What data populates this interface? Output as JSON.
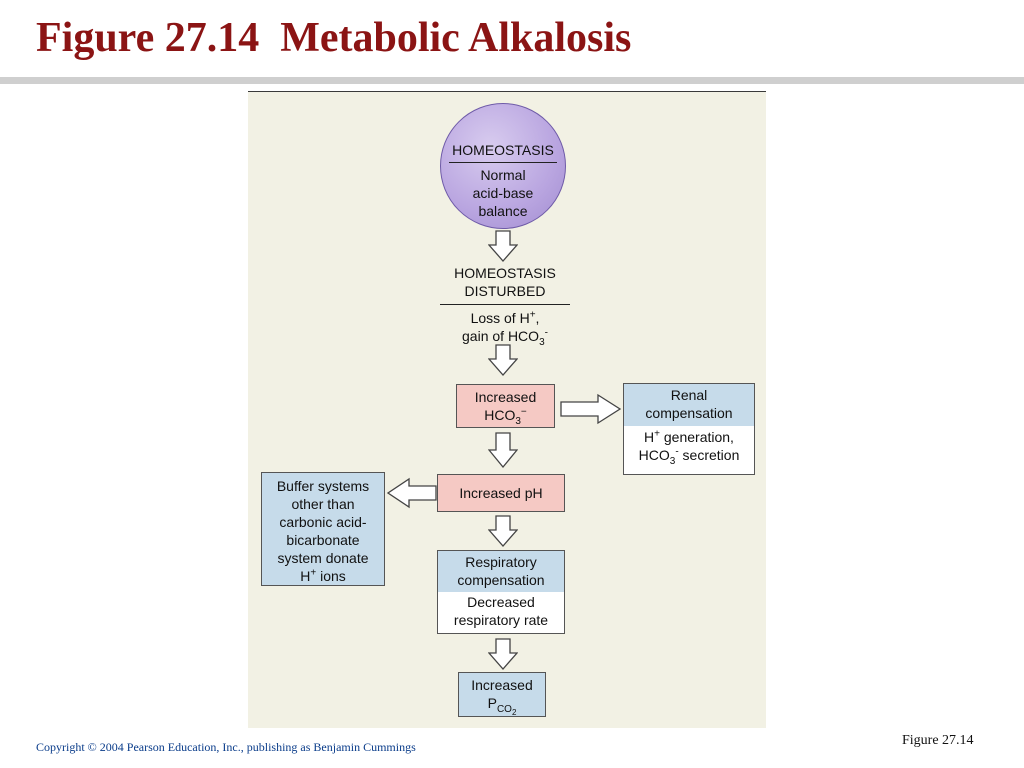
{
  "slide": {
    "title": "Figure 27.14  Metabolic Alkalosis",
    "copyright": "Copyright © 2004 Pearson Education, Inc., publishing as Benjamin Cummings",
    "figure_label": "Figure 27.14"
  },
  "diagram": {
    "homeostasis": {
      "heading": "HOMEOSTASIS",
      "lines": [
        "Normal",
        "acid-base",
        "balance"
      ]
    },
    "disturbed": {
      "heading_lines": [
        "HOMEOSTASIS",
        "DISTURBED"
      ],
      "line1_prefix": "Loss of H",
      "line1_sup": "+",
      "line1_suffix": ",",
      "line2_prefix": "gain of HCO",
      "line2_sub": "3",
      "line2_sup": "-"
    },
    "increased_hco3": {
      "line1": "Increased",
      "prefix": "HCO",
      "sub": "3",
      "sup": "−"
    },
    "renal": {
      "heading_lines": [
        "Renal",
        "compensation"
      ],
      "line1_prefix": "H",
      "line1_sup": "+",
      "line1_suffix": " generation,",
      "line2_prefix": "HCO",
      "line2_sub": "3",
      "line2_sup": "-",
      "line2_suffix": " secretion"
    },
    "increased_ph": {
      "label": "Increased pH"
    },
    "buffer": {
      "lines": [
        "Buffer systems",
        "other than",
        "carbonic acid-",
        "bicarbonate",
        "system donate"
      ],
      "last_prefix": "H",
      "last_sup": "+",
      "last_suffix": " ions"
    },
    "respiratory": {
      "heading_lines": [
        "Respiratory",
        "compensation"
      ],
      "body_lines": [
        "Decreased",
        "respiratory rate"
      ]
    },
    "increased_pco2": {
      "line1": "Increased",
      "prefix": "P",
      "sub": "CO",
      "sub_sub": "2"
    }
  },
  "colors": {
    "title": "#8b1414",
    "panel": "#f2f1e4",
    "pink_box": "#f5c9c4",
    "blue_box": "#c6dbea",
    "circle": "#b9a5e0",
    "footer_link": "#0a3c8a"
  }
}
